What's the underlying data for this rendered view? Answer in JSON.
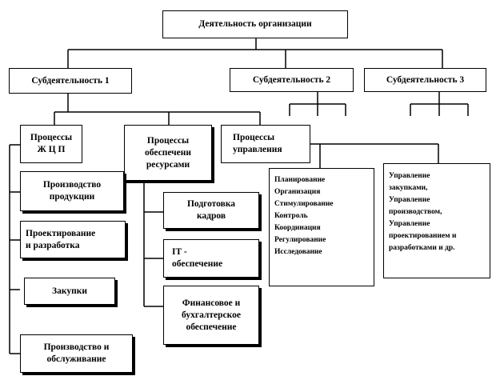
{
  "root": {
    "label": "Деятельность организации"
  },
  "sub1": {
    "label": "Субдеятельность 1"
  },
  "sub2": {
    "label": "Субдеятельность 2"
  },
  "sub3": {
    "label": "Субдеятельность 3"
  },
  "proc_zhcp": {
    "label": "Процессы\nЖ Ц П"
  },
  "proc_resources": {
    "label": "Процессы\nобеспечени\nресурсами"
  },
  "proc_management": {
    "label": "Процессы\nуправления"
  },
  "zhcp_items": [
    {
      "label": "Производство\nпродукции"
    },
    {
      "label": "Проектирование\nи разработка"
    },
    {
      "label": "Закупки"
    },
    {
      "label": "Производство и\nобслуживание"
    }
  ],
  "resource_items": [
    {
      "label": "Подготовка\nкадров"
    },
    {
      "label": "IT -\nобеспечение"
    },
    {
      "label": "Финансовое и\nбухгалтерское\nобеспечение"
    }
  ],
  "management_functions": [
    "Планирование",
    "Организация",
    "Стимулирование",
    "Контроль",
    "Координация",
    "Регулирование",
    "Исследование"
  ],
  "sub3_functions": [
    "Управление",
    "закупками,",
    "Управление",
    "производством,",
    "Управление",
    "проектированием и",
    "разработками и др."
  ]
}
